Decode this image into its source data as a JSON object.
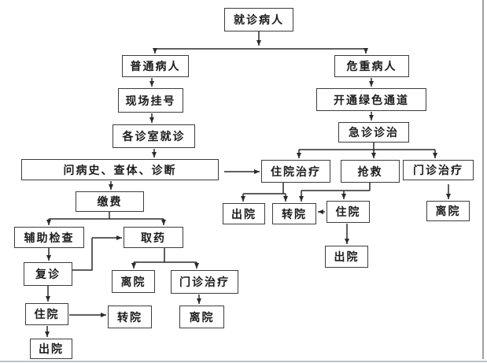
{
  "nodes": [
    {
      "id": "visiting-patient",
      "label": "就诊病人"
    },
    {
      "id": "ordinary-patient",
      "label": "普通病人"
    },
    {
      "id": "onsite-registration",
      "label": "现场挂号"
    },
    {
      "id": "clinic-visit",
      "label": "各诊室就诊"
    },
    {
      "id": "history-exam-diagnosis",
      "label": "问病史、查体、诊断"
    },
    {
      "id": "payment",
      "label": "缴费"
    },
    {
      "id": "auxiliary-exam",
      "label": "辅助检查"
    },
    {
      "id": "get-medicine",
      "label": "取药"
    },
    {
      "id": "followup-visit",
      "label": "复诊"
    },
    {
      "id": "leave-hospital-1",
      "label": "离院"
    },
    {
      "id": "outpatient-treatment-left",
      "label": "门诊治疗"
    },
    {
      "id": "transfer-left",
      "label": "转院"
    },
    {
      "id": "leave-hospital-2",
      "label": "离院"
    },
    {
      "id": "hospitalize-left",
      "label": "住院"
    },
    {
      "id": "discharge-left",
      "label": "出院"
    },
    {
      "id": "critical-patient",
      "label": "危重病人"
    },
    {
      "id": "green-channel",
      "label": "开通绿色通道"
    },
    {
      "id": "emergency-treatment",
      "label": "急诊诊治"
    },
    {
      "id": "inpatient-treatment",
      "label": "住院治疗"
    },
    {
      "id": "rescue",
      "label": "抢救"
    },
    {
      "id": "outpatient-treatment-right",
      "label": "门诊治疗"
    },
    {
      "id": "discharge-right-1",
      "label": "出院"
    },
    {
      "id": "transfer-right",
      "label": "转院"
    },
    {
      "id": "hospitalize-right",
      "label": "住院"
    },
    {
      "id": "leave-hospital-right",
      "label": "离院"
    },
    {
      "id": "discharge-right-2",
      "label": "出院"
    }
  ],
  "edges": [
    {
      "from": "visiting-patient",
      "to": "ordinary-patient"
    },
    {
      "from": "visiting-patient",
      "to": "critical-patient"
    },
    {
      "from": "ordinary-patient",
      "to": "onsite-registration"
    },
    {
      "from": "onsite-registration",
      "to": "clinic-visit"
    },
    {
      "from": "clinic-visit",
      "to": "history-exam-diagnosis"
    },
    {
      "from": "history-exam-diagnosis",
      "to": "payment"
    },
    {
      "from": "history-exam-diagnosis",
      "to": "inpatient-treatment"
    },
    {
      "from": "payment",
      "to": "auxiliary-exam"
    },
    {
      "from": "payment",
      "to": "get-medicine"
    },
    {
      "from": "auxiliary-exam",
      "to": "followup-visit"
    },
    {
      "from": "followup-visit",
      "to": "get-medicine"
    },
    {
      "from": "followup-visit",
      "to": "hospitalize-left"
    },
    {
      "from": "get-medicine",
      "to": "leave-hospital-1"
    },
    {
      "from": "get-medicine",
      "to": "outpatient-treatment-left"
    },
    {
      "from": "outpatient-treatment-left",
      "to": "leave-hospital-2"
    },
    {
      "from": "hospitalize-left",
      "to": "transfer-left"
    },
    {
      "from": "hospitalize-left",
      "to": "discharge-left"
    },
    {
      "from": "critical-patient",
      "to": "green-channel"
    },
    {
      "from": "green-channel",
      "to": "emergency-treatment"
    },
    {
      "from": "emergency-treatment",
      "to": "inpatient-treatment"
    },
    {
      "from": "emergency-treatment",
      "to": "rescue"
    },
    {
      "from": "emergency-treatment",
      "to": "outpatient-treatment-right"
    },
    {
      "from": "inpatient-treatment",
      "to": "discharge-right-1"
    },
    {
      "from": "inpatient-treatment",
      "to": "transfer-right"
    },
    {
      "from": "rescue",
      "to": "transfer-right"
    },
    {
      "from": "rescue",
      "to": "hospitalize-right"
    },
    {
      "from": "hospitalize-right",
      "to": "transfer-right"
    },
    {
      "from": "hospitalize-right",
      "to": "discharge-right-2"
    },
    {
      "from": "outpatient-treatment-right",
      "to": "leave-hospital-right"
    }
  ],
  "colors": {
    "line": "#2b2b2b",
    "box_border": "#3d3d3d",
    "background": "#ffffff",
    "frame_right": "#9e9e9e",
    "frame_bottom": "#b7c3d4"
  }
}
